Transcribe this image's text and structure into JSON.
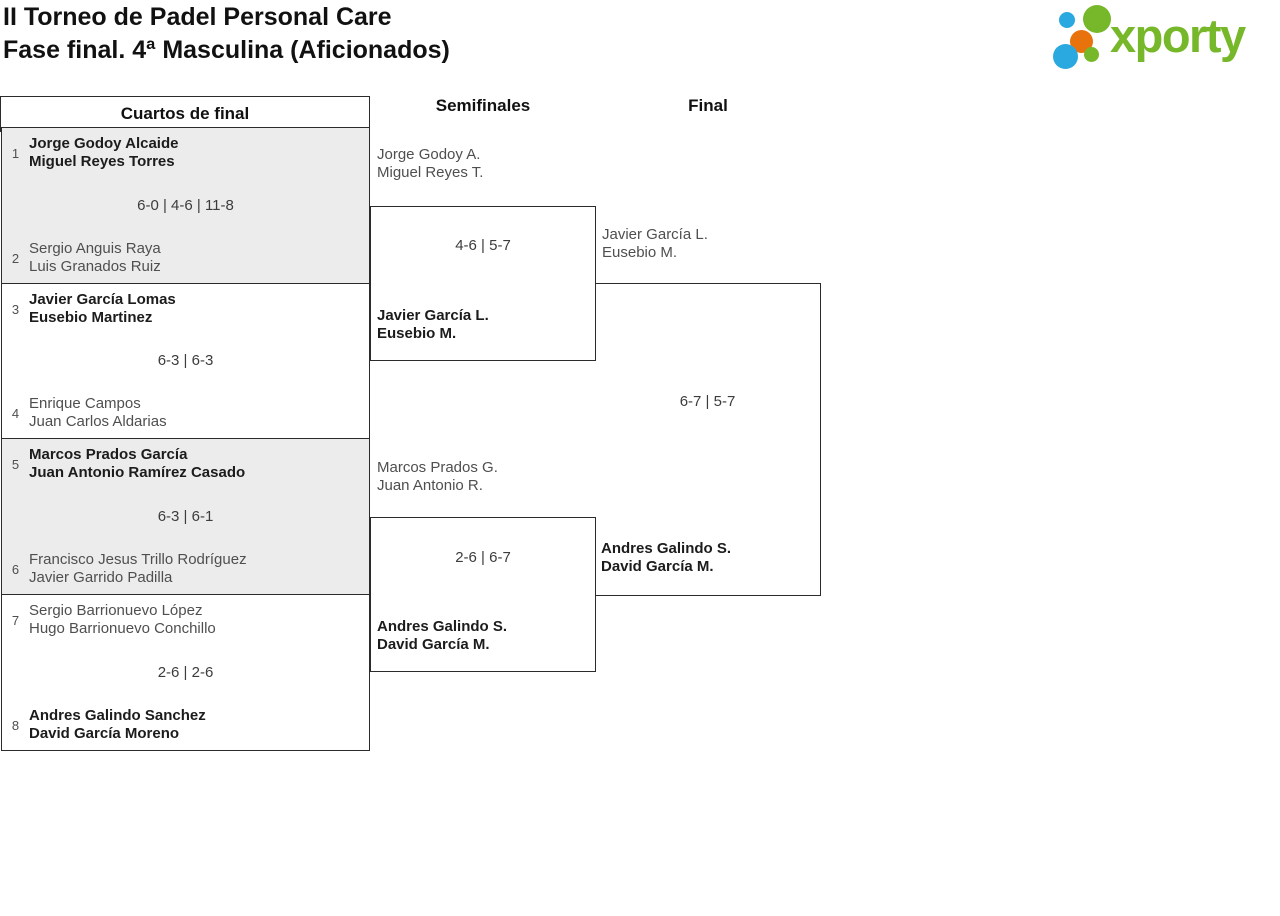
{
  "header": {
    "title_line1": "II Torneo de Padel Personal Care",
    "title_line2": "Fase final. 4ª Masculina (Aficionados)",
    "logo_text": "xporty"
  },
  "colors": {
    "logo_green": "#76b82a",
    "logo_blue": "#2aa9e0",
    "logo_orange": "#e8720c",
    "match_box_gray": "#ececec",
    "border": "#2b2b2b"
  },
  "columns": {
    "quarterfinals": "Cuartos de final",
    "semifinals": "Semifinales",
    "final": "Final"
  },
  "bracket": {
    "quarterfinals": [
      {
        "score": "6-0 | 4-6 | 11-8",
        "teams": [
          {
            "seed": "1",
            "player1": "Jorge Godoy Alcaide",
            "player2": "Miguel Reyes Torres",
            "winner": true
          },
          {
            "seed": "2",
            "player1": "Sergio Anguis Raya",
            "player2": "Luis Granados Ruiz",
            "winner": false
          }
        ]
      },
      {
        "score": "6-3 | 6-3",
        "teams": [
          {
            "seed": "3",
            "player1": "Javier García Lomas",
            "player2": "Eusebio Martinez",
            "winner": true
          },
          {
            "seed": "4",
            "player1": "Enrique Campos",
            "player2": "Juan Carlos Aldarias",
            "winner": false
          }
        ]
      },
      {
        "score": "6-3 | 6-1",
        "teams": [
          {
            "seed": "5",
            "player1": "Marcos Prados García",
            "player2": "Juan Antonio Ramírez Casado",
            "winner": true
          },
          {
            "seed": "6",
            "player1": "Francisco Jesus Trillo Rodríguez",
            "player2": "Javier Garrido Padilla",
            "winner": false
          }
        ]
      },
      {
        "score": "2-6 | 2-6",
        "teams": [
          {
            "seed": "7",
            "player1": "Sergio Barrionuevo López",
            "player2": "Hugo Barrionuevo Conchillo",
            "winner": false
          },
          {
            "seed": "8",
            "player1": "Andres Galindo Sanchez",
            "player2": "David García Moreno",
            "winner": true
          }
        ]
      }
    ],
    "semifinals": [
      {
        "score": "4-6 | 5-7",
        "team1": {
          "player1": "Jorge Godoy A.",
          "player2": "Miguel Reyes T.",
          "winner": false
        },
        "team2": {
          "player1": "Javier García L.",
          "player2": "Eusebio M.",
          "winner": true
        }
      },
      {
        "score": "2-6 | 6-7",
        "team1": {
          "player1": "Marcos Prados G.",
          "player2": "Juan Antonio R.",
          "winner": false
        },
        "team2": {
          "player1": "Andres Galindo S.",
          "player2": "David García M.",
          "winner": true
        }
      }
    ],
    "final": {
      "score": "6-7 | 5-7",
      "team1": {
        "player1": "Javier García L.",
        "player2": "Eusebio M.",
        "winner": false
      },
      "team2": {
        "player1": "Andres Galindo S.",
        "player2": "David García M.",
        "winner": true
      }
    }
  }
}
